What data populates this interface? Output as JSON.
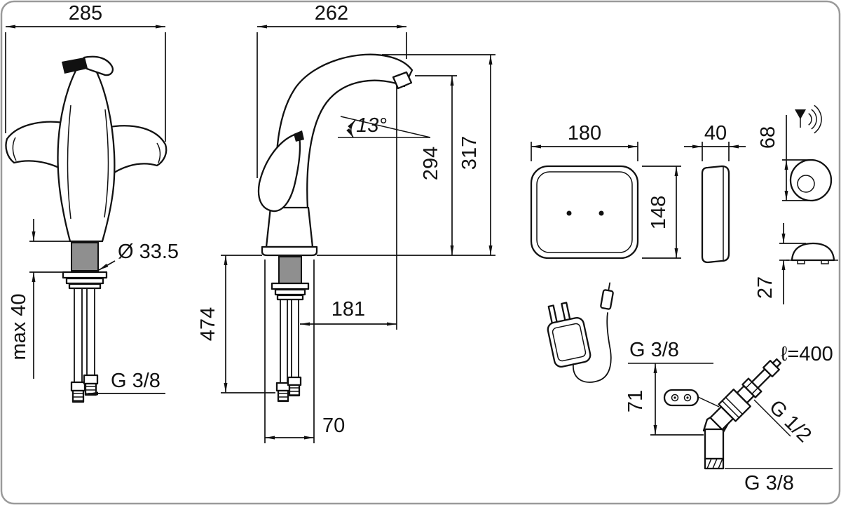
{
  "meta": {
    "drawing_type": "faucet-dimension-drawing",
    "colors": {
      "line": "#111111",
      "metal": "#8f8f8f",
      "frame": "#9a9a9a"
    }
  },
  "front_view": {
    "width": "285",
    "deck_max": "max 40",
    "shank_diameter": "Ø 33.5",
    "hose_thread": "G 3/8"
  },
  "side_view": {
    "depth": "262",
    "spout_angle": "13°",
    "outlet_height": "294",
    "total_height": "317",
    "under_deck_length": "474",
    "spout_reach": "181",
    "base_width": "70"
  },
  "control_unit": {
    "front_width": "180",
    "side_depth": "40",
    "front_height": "148",
    "knob_size": "68",
    "dome_height": "27"
  },
  "installation": {
    "inlet_thread": "G 3/8",
    "inlet_height": "71",
    "hose_length": "ℓ=400",
    "outlet_thread": "G 1/2",
    "bottom_thread": "G 3/8"
  }
}
